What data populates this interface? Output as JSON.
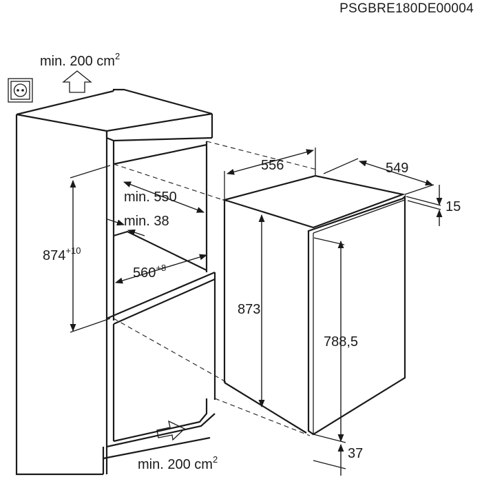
{
  "diagram": {
    "code": "PSGBRE180DE00004",
    "vent_top": {
      "prefix": "min. 200 cm",
      "sup": "2"
    },
    "vent_bottom": {
      "prefix": "min. 200 cm",
      "sup": "2"
    },
    "niche": {
      "height": {
        "value": "874",
        "tol": "+10"
      },
      "depth": "min. 550",
      "gap": "min. 38",
      "width": {
        "value": "560",
        "tol": "+8"
      }
    },
    "appliance": {
      "width": "556",
      "depth": "549",
      "top_offset": "15",
      "height": "873",
      "door_height": "788,5",
      "bottom_offset": "37"
    },
    "icons": [
      "power-socket-icon",
      "air-flow-up-icon",
      "air-flow-in-icon"
    ]
  }
}
